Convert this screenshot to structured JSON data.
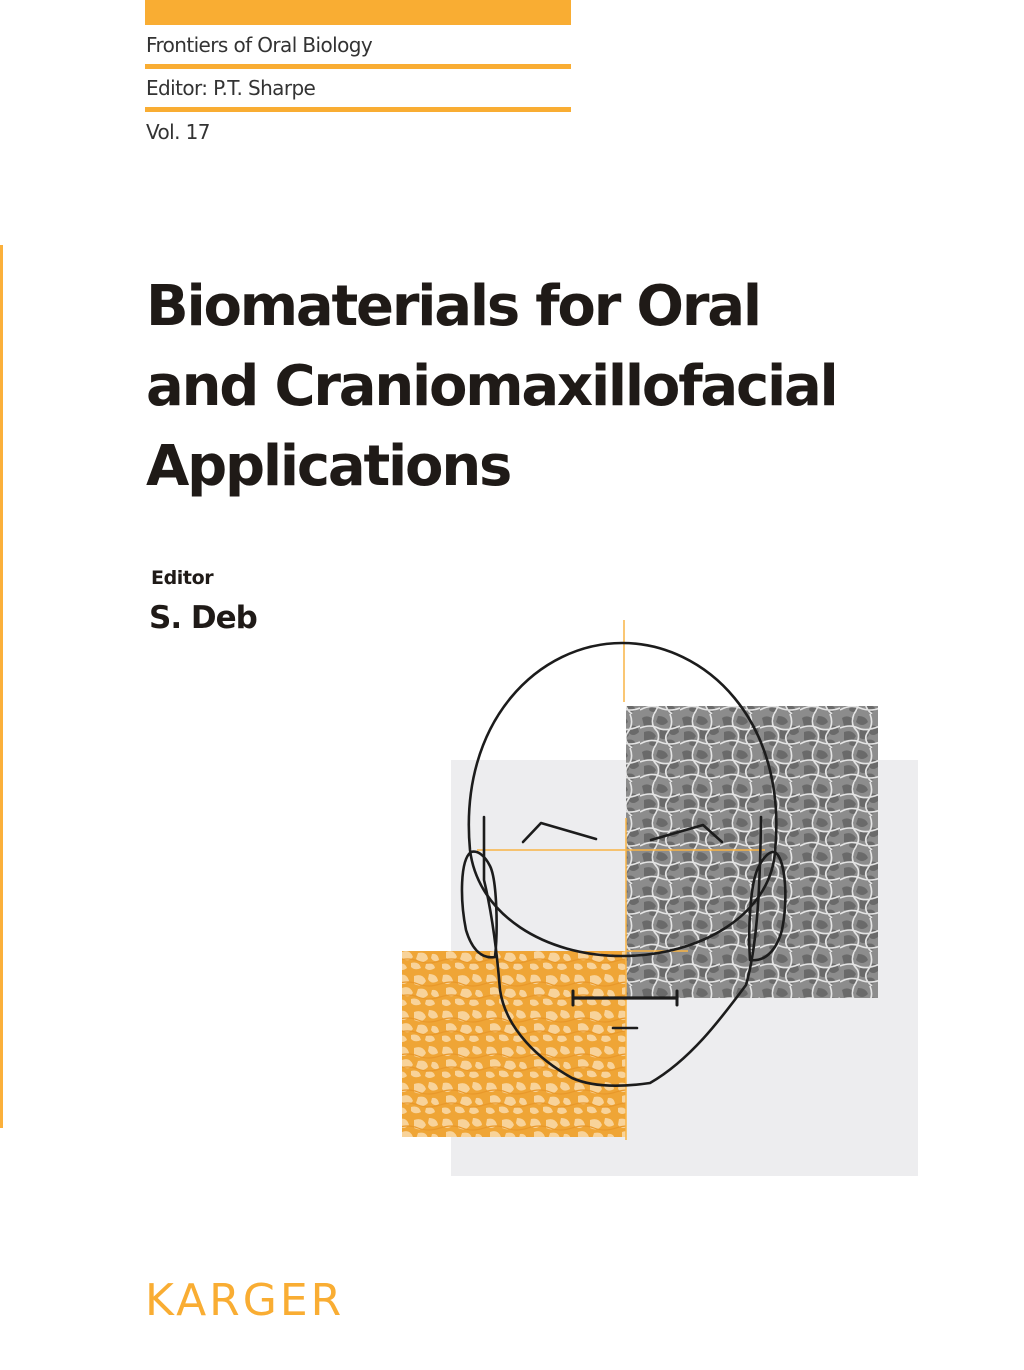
{
  "series": {
    "name": "Frontiers of Oral Biology",
    "editor": "Editor: P.T. Sharpe",
    "volume": "Vol. 17"
  },
  "book": {
    "title_lines": [
      "Biomaterials for Oral",
      "and Craniomaxillofacial",
      "Applications"
    ]
  },
  "editor": {
    "label": "Editor",
    "name": "S. Deb"
  },
  "publisher": {
    "name": "KARGER"
  },
  "illustration": {
    "description": "Line drawing of a head over microscopy texture tiles",
    "icons": [
      "head-outline-icon",
      "sem-texture-gray",
      "sem-texture-orange"
    ]
  },
  "colors": {
    "accent": "#f9ad33",
    "text": "#1f1a17",
    "panel_gray": "#ededef",
    "texture_orange": "#f0a938",
    "texture_gray": "#8a8a8a"
  }
}
